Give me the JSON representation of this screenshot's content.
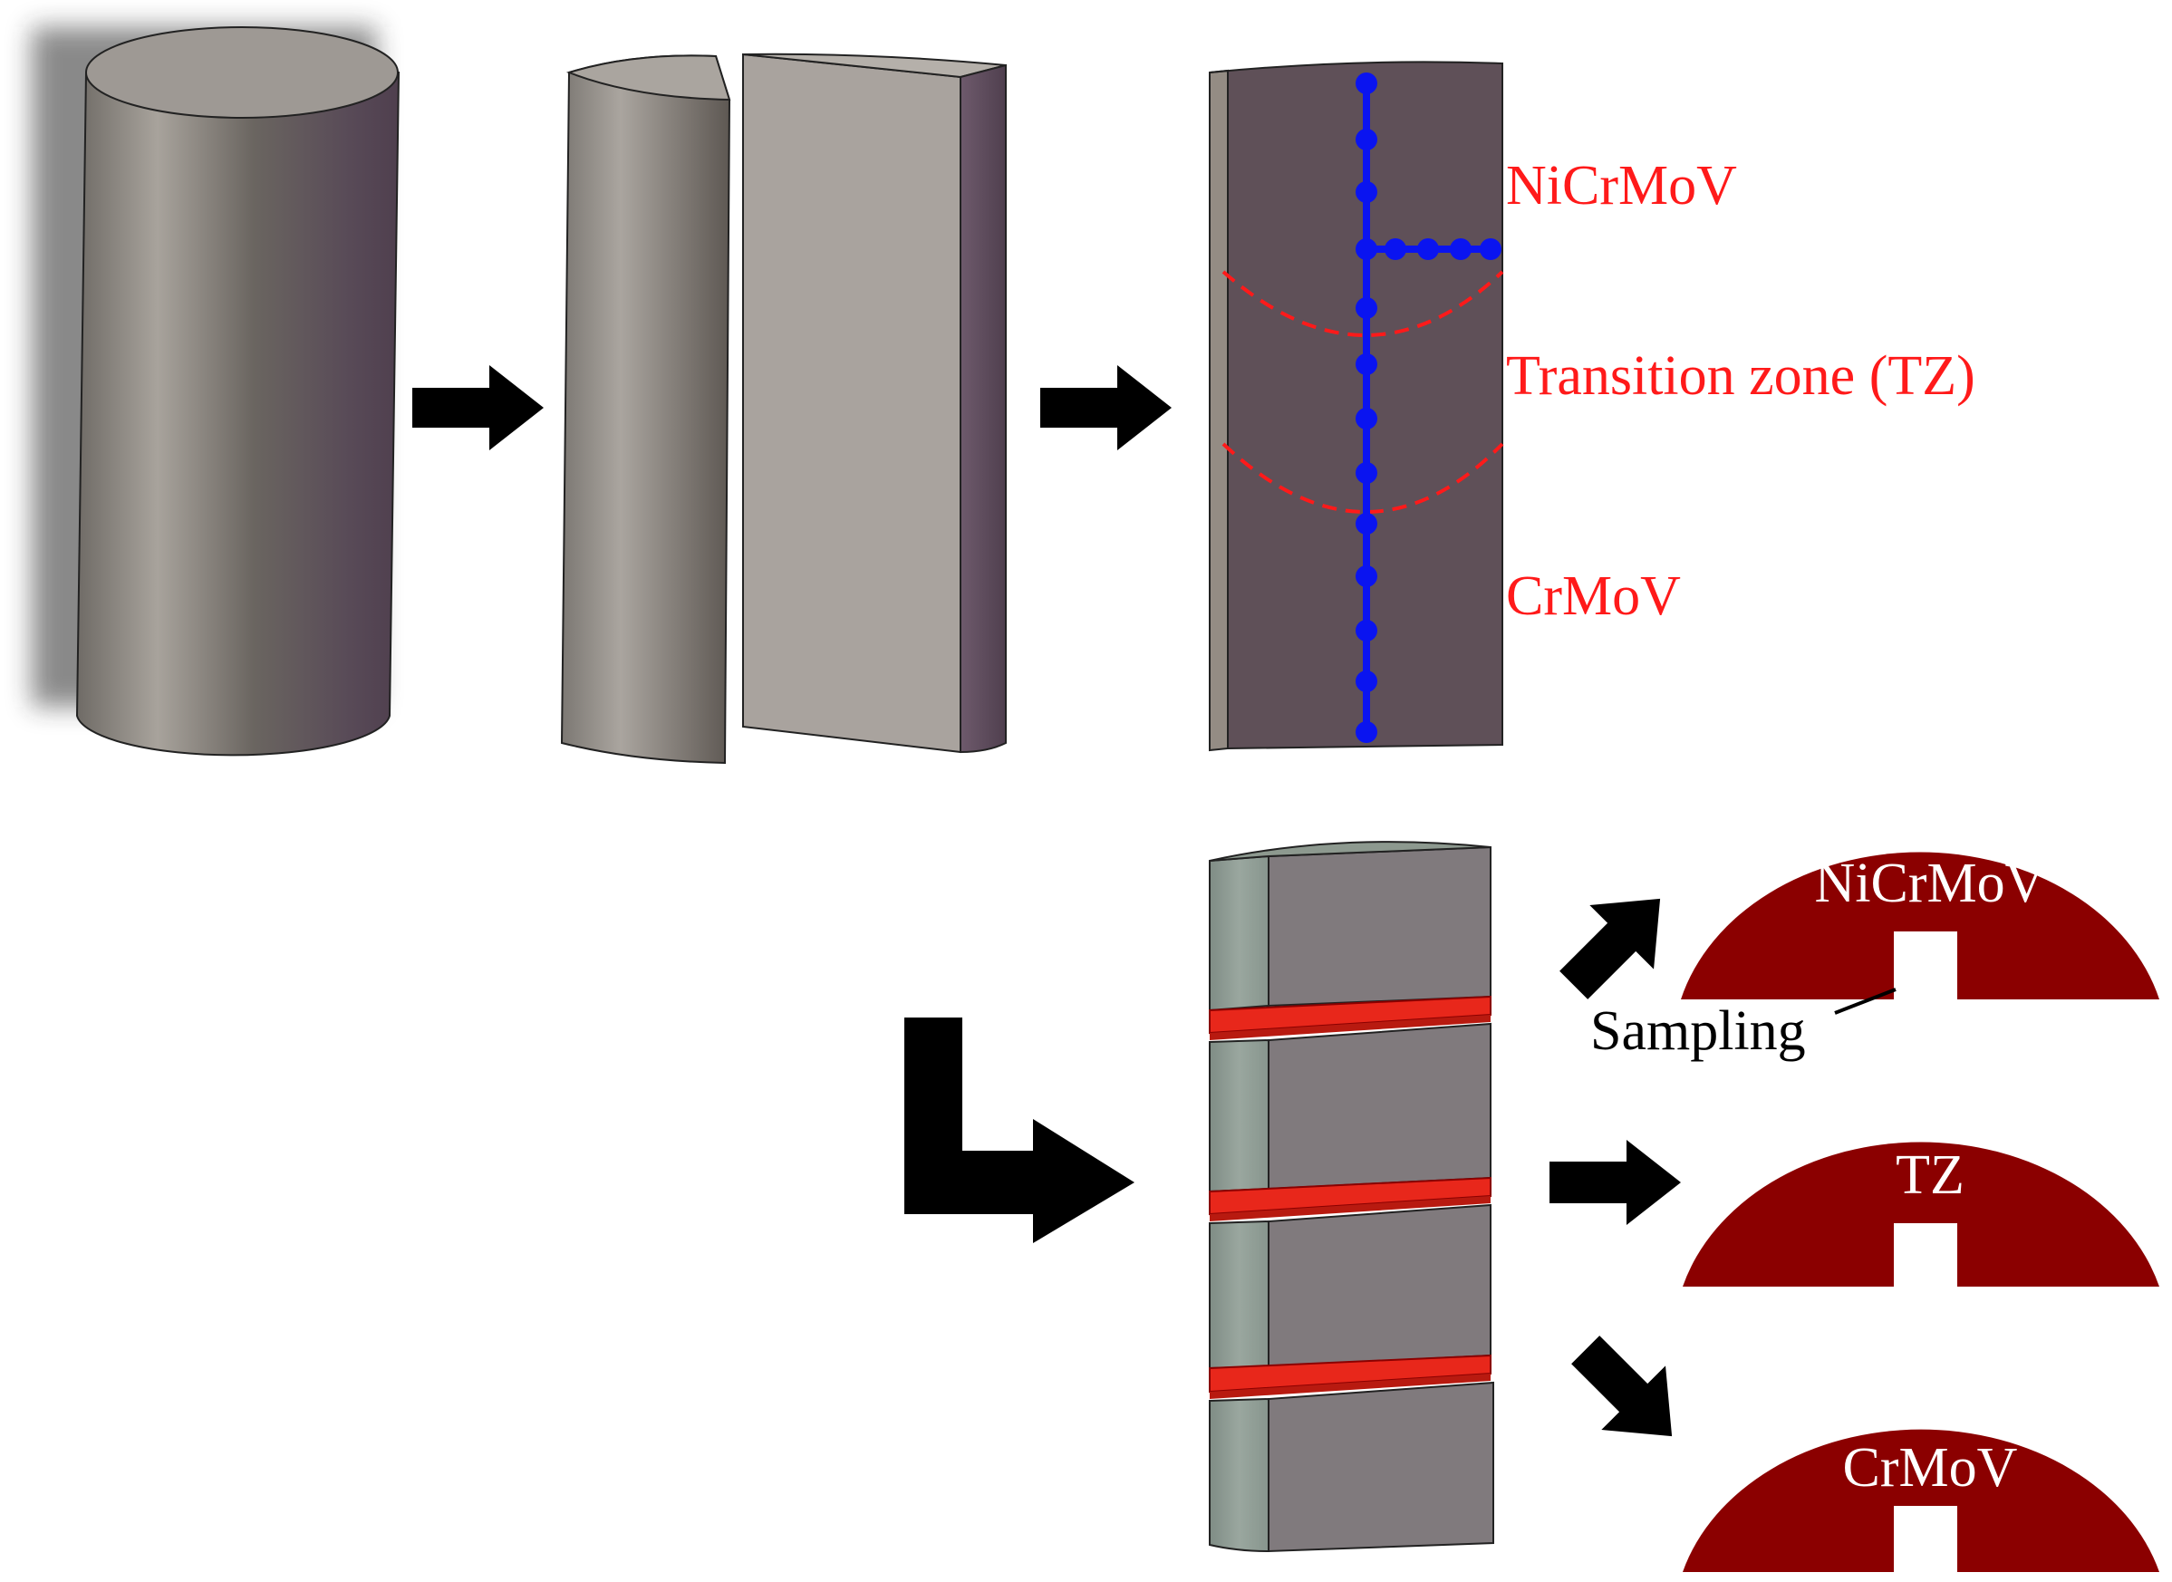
{
  "labels": {
    "nicrmov": "NiCrMoV",
    "transition_zone": "Transition zone (TZ)",
    "crmov": "CrMoV",
    "sampling": "Sampling"
  },
  "specimens": {
    "top": "NiCrMoV",
    "middle": "TZ",
    "bottom": "CrMoV"
  },
  "colors": {
    "label_red": "#ff1a1a",
    "measure_blue": "#0a14f0",
    "specimen_red": "#8b0000",
    "weld_band": "#e8271b",
    "arrow": "#000000"
  }
}
